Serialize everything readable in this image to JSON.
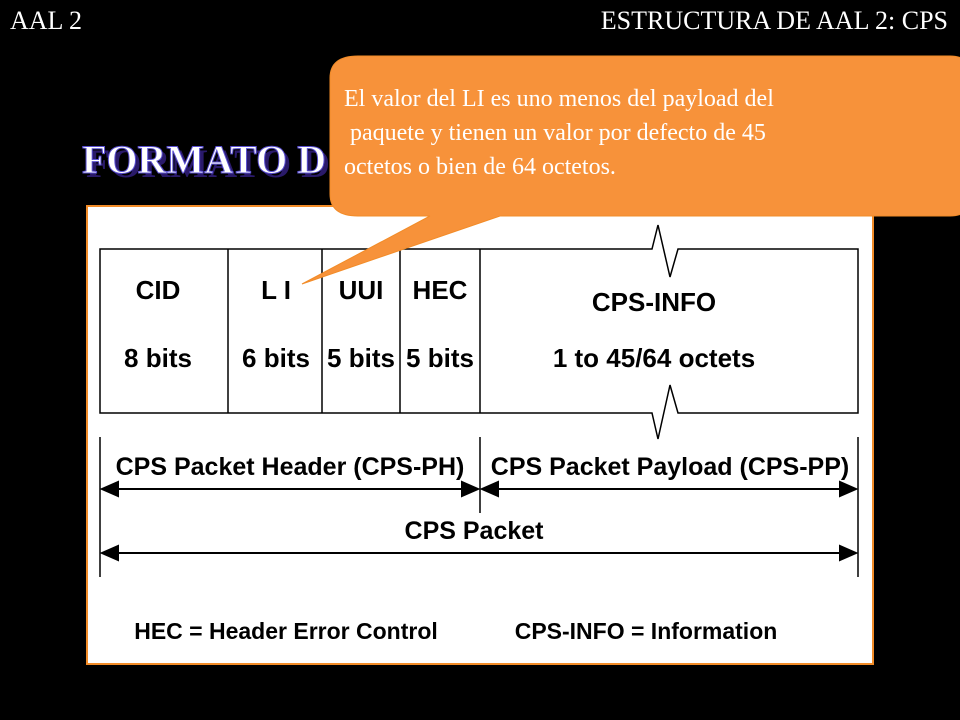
{
  "header": {
    "left": "AAL 2",
    "right": "ESTRUCTURA DE AAL 2: CPS"
  },
  "title": "FORMATO D",
  "colors": {
    "callout": "#f7923a",
    "panel_border": "#f28c28",
    "title_shadow": "#2a1a6a"
  },
  "diagram": {
    "fields": [
      {
        "name": "CID",
        "size": "8 bits"
      },
      {
        "name": "L I",
        "size": "6 bits"
      },
      {
        "name": "UUI",
        "size": "5 bits"
      },
      {
        "name": "HEC",
        "size": "5 bits"
      },
      {
        "name": "CPS-INFO",
        "size": "1 to 45/64 octets"
      }
    ],
    "header_span": "CPS Packet Header (CPS-PH)",
    "payload_span": "CPS Packet Payload (CPS-PP)",
    "packet_span": "CPS Packet",
    "legend_left": "HEC = Header Error Control",
    "legend_right": "CPS-INFO = Information"
  },
  "callout": {
    "lines": [
      "El valor del LI es uno menos del payload del",
      " paquete y tienen un valor por defecto de 45",
      "octetos o bien de 64 octetos."
    ]
  }
}
